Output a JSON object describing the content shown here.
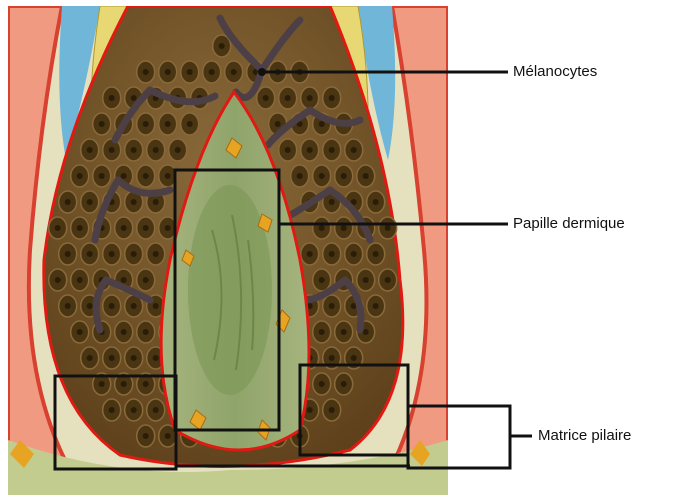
{
  "labels": {
    "melanocytes": "Mélanocytes",
    "papille": "Papille dermique",
    "matrice": "Matrice pilaire"
  },
  "colors": {
    "background": "#ffffff",
    "tissue_cream": "#e8e3c0",
    "outer_sheath_red": "#d8402f",
    "sheath_cell_pink": "#f29c83",
    "blue_layer": "#6fb6d8",
    "yellow_layer": "#e8d873",
    "matrix_brown": "#6b4a22",
    "matrix_cell": "#4a3512",
    "melanocyte_grey": "#5a4d52",
    "papilla_green": "#aab882",
    "papilla_core": "#7f9a5a",
    "border_red": "#e01a12",
    "box_stroke": "#111111"
  }
}
